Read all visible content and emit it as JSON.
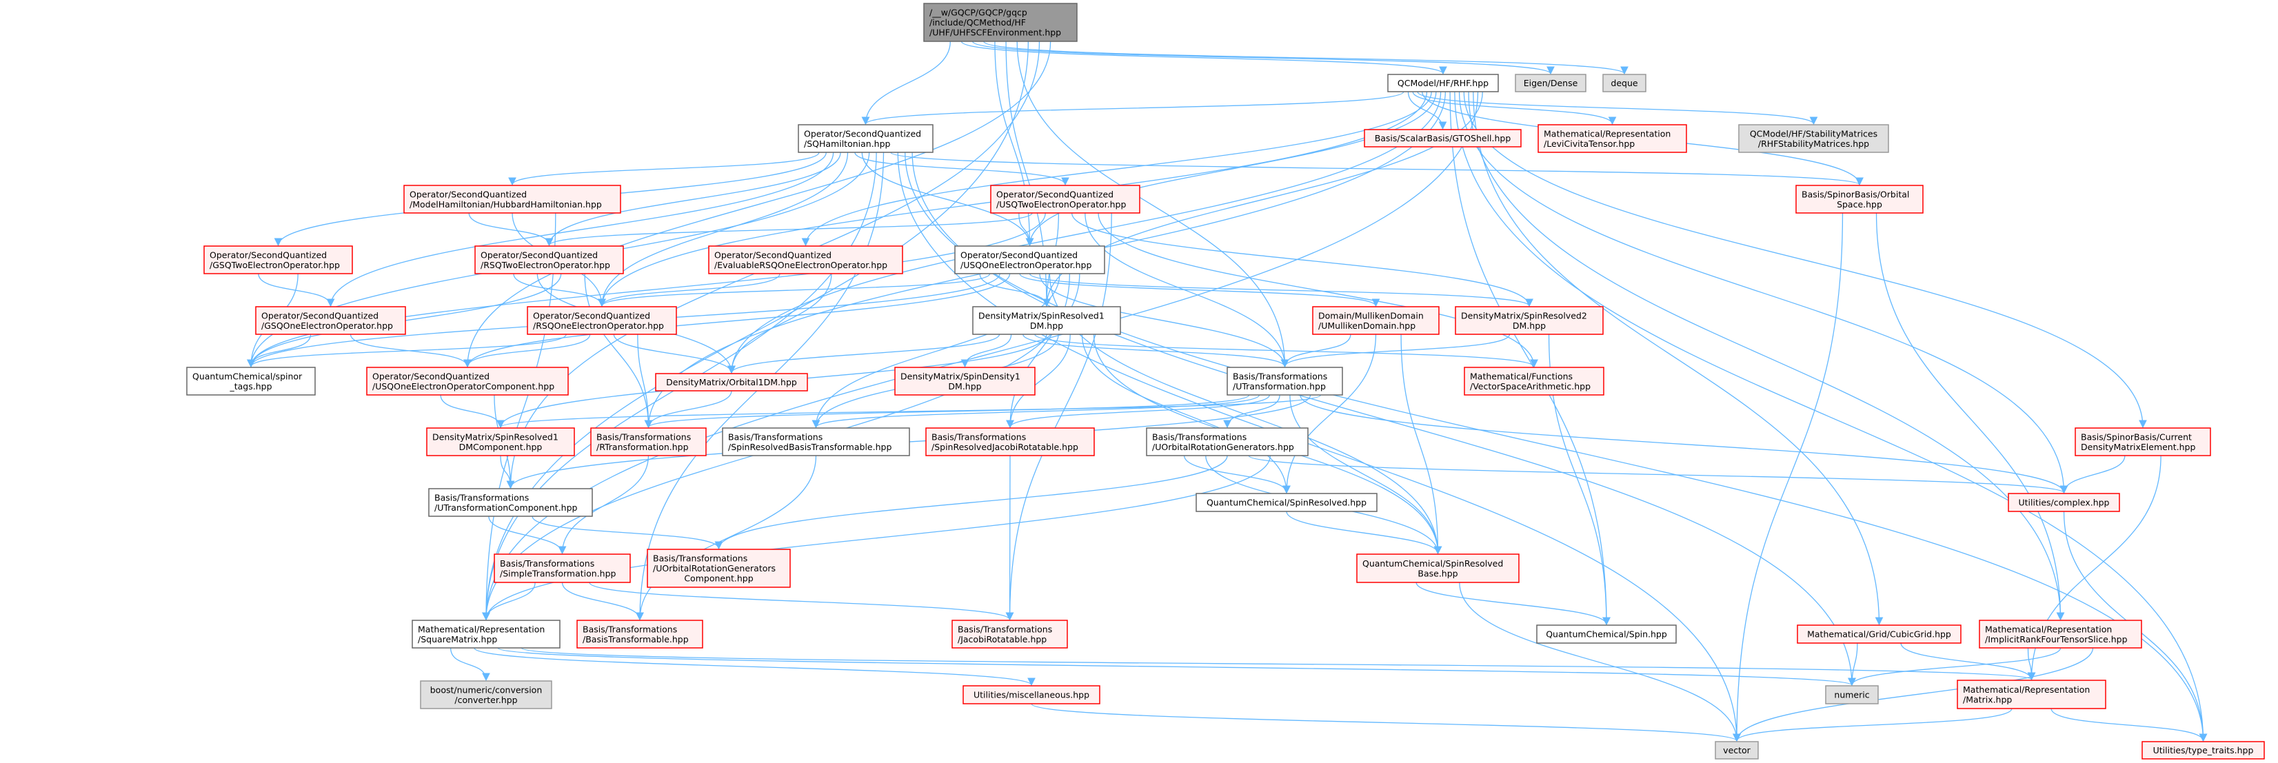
{
  "graph": {
    "edge_color": "#63b8ff",
    "nodes": [
      {
        "id": "root",
        "style": "root",
        "lines": [
          "/__w/GQCP/GQCP/gqcp",
          "/include/QCMethod/HF",
          "/UHF/UHFSCFEnvironment.hpp"
        ]
      },
      {
        "id": "rhf",
        "style": "normal",
        "lines": [
          "QCModel/HF/RHF.hpp"
        ]
      },
      {
        "id": "eigen",
        "style": "external",
        "lines": [
          "Eigen/Dense"
        ]
      },
      {
        "id": "deque",
        "style": "external",
        "lines": [
          "deque"
        ]
      },
      {
        "id": "sqham",
        "style": "normal",
        "lines": [
          "Operator/SecondQuantized",
          "/SQHamiltonian.hpp"
        ]
      },
      {
        "id": "gtoshell",
        "style": "truncated",
        "lines": [
          "Basis/ScalarBasis/GTOShell.hpp"
        ]
      },
      {
        "id": "levicivita",
        "style": "truncated",
        "lines": [
          "Mathematical/Representation",
          "/LeviCivitaTensor.hpp"
        ]
      },
      {
        "id": "rhfstab",
        "style": "external",
        "lines": [
          "QCModel/HF/StabilityMatrices",
          "/RHFStabilityMatrices.hpp"
        ]
      },
      {
        "id": "hubbard",
        "style": "truncated",
        "lines": [
          "Operator/SecondQuantized",
          "/ModelHamiltonian/HubbardHamiltonian.hpp"
        ]
      },
      {
        "id": "usqtwo",
        "style": "truncated",
        "lines": [
          "Operator/SecondQuantized",
          "/USQTwoElectronOperator.hpp"
        ]
      },
      {
        "id": "orbspace",
        "style": "truncated",
        "lines": [
          "Basis/SpinorBasis/Orbital",
          "Space.hpp"
        ]
      },
      {
        "id": "gsqtwo",
        "style": "truncated",
        "lines": [
          "Operator/SecondQuantized",
          "/GSQTwoElectronOperator.hpp"
        ]
      },
      {
        "id": "rsqtwo",
        "style": "truncated",
        "lines": [
          "Operator/SecondQuantized",
          "/RSQTwoElectronOperator.hpp"
        ]
      },
      {
        "id": "evalrsq",
        "style": "truncated",
        "lines": [
          "Operator/SecondQuantized",
          "/EvaluableRSQOneElectronOperator.hpp"
        ]
      },
      {
        "id": "usqone",
        "style": "normal",
        "lines": [
          "Operator/SecondQuantized",
          "/USQOneElectronOperator.hpp"
        ]
      },
      {
        "id": "gsqone",
        "style": "truncated",
        "lines": [
          "Operator/SecondQuantized",
          "/GSQOneElectronOperator.hpp"
        ]
      },
      {
        "id": "rsqone",
        "style": "truncated",
        "lines": [
          "Operator/SecondQuantized",
          "/RSQOneElectronOperator.hpp"
        ]
      },
      {
        "id": "sr1dm",
        "style": "normal",
        "lines": [
          "DensityMatrix/SpinResolved1",
          "DM.hpp"
        ]
      },
      {
        "id": "umulliken",
        "style": "truncated",
        "lines": [
          "Domain/MullikenDomain",
          "/UMullikenDomain.hpp"
        ]
      },
      {
        "id": "sr2dm",
        "style": "truncated",
        "lines": [
          "DensityMatrix/SpinResolved2",
          "DM.hpp"
        ]
      },
      {
        "id": "spinortags",
        "style": "normal",
        "lines": [
          "QuantumChemical/spinor",
          "_tags.hpp"
        ]
      },
      {
        "id": "usqonecomp",
        "style": "truncated",
        "lines": [
          "Operator/SecondQuantized",
          "/USQOneElectronOperatorComponent.hpp"
        ]
      },
      {
        "id": "orb1dm",
        "style": "truncated",
        "lines": [
          "DensityMatrix/Orbital1DM.hpp"
        ]
      },
      {
        "id": "spindens1dm",
        "style": "truncated",
        "lines": [
          "DensityMatrix/SpinDensity1",
          "DM.hpp"
        ]
      },
      {
        "id": "utrans",
        "style": "normal",
        "lines": [
          "Basis/Transformations",
          "/UTransformation.hpp"
        ]
      },
      {
        "id": "vecarith",
        "style": "truncated",
        "lines": [
          "Mathematical/Functions",
          "/VectorSpaceArithmetic.hpp"
        ]
      },
      {
        "id": "sr1dmcomp",
        "style": "truncated",
        "lines": [
          "DensityMatrix/SpinResolved1",
          "DMComponent.hpp"
        ]
      },
      {
        "id": "rtrans",
        "style": "truncated",
        "lines": [
          "Basis/Transformations",
          "/RTransformation.hpp"
        ]
      },
      {
        "id": "srbasistrans",
        "style": "normal",
        "lines": [
          "Basis/Transformations",
          "/SpinResolvedBasisTransformable.hpp"
        ]
      },
      {
        "id": "srjacobi",
        "style": "truncated",
        "lines": [
          "Basis/Transformations",
          "/SpinResolvedJacobiRotatable.hpp"
        ]
      },
      {
        "id": "uorbgen",
        "style": "normal",
        "lines": [
          "Basis/Transformations",
          "/UOrbitalRotationGenerators.hpp"
        ]
      },
      {
        "id": "curdme",
        "style": "truncated",
        "lines": [
          "Basis/SpinorBasis/Current",
          "DensityMatrixElement.hpp"
        ]
      },
      {
        "id": "utranscomp",
        "style": "normal",
        "lines": [
          "Basis/Transformations",
          "/UTransformationComponent.hpp"
        ]
      },
      {
        "id": "spinresolved",
        "style": "normal",
        "lines": [
          "QuantumChemical/SpinResolved.hpp"
        ]
      },
      {
        "id": "complex",
        "style": "truncated",
        "lines": [
          "Utilities/complex.hpp"
        ]
      },
      {
        "id": "simpletrans",
        "style": "truncated",
        "lines": [
          "Basis/Transformations",
          "/SimpleTransformation.hpp"
        ]
      },
      {
        "id": "uorbgencomp",
        "style": "truncated",
        "lines": [
          "Basis/Transformations",
          "/UOrbitalRotationGenerators",
          "Component.hpp"
        ]
      },
      {
        "id": "srbase",
        "style": "truncated",
        "lines": [
          "QuantumChemical/SpinResolved",
          "Base.hpp"
        ]
      },
      {
        "id": "squarematrix",
        "style": "normal",
        "lines": [
          "Mathematical/Representation",
          "/SquareMatrix.hpp"
        ]
      },
      {
        "id": "basistrans",
        "style": "truncated",
        "lines": [
          "Basis/Transformations",
          "/BasisTransformable.hpp"
        ]
      },
      {
        "id": "jacobi",
        "style": "truncated",
        "lines": [
          "Basis/Transformations",
          "/JacobiRotatable.hpp"
        ]
      },
      {
        "id": "spin",
        "style": "normal",
        "lines": [
          "QuantumChemical/Spin.hpp"
        ]
      },
      {
        "id": "cubicgrid",
        "style": "truncated",
        "lines": [
          "Mathematical/Grid/CubicGrid.hpp"
        ]
      },
      {
        "id": "implicit",
        "style": "truncated",
        "lines": [
          "Mathematical/Representation",
          "/ImplicitRankFourTensorSlice.hpp"
        ]
      },
      {
        "id": "boost",
        "style": "external",
        "lines": [
          "boost/numeric/conversion",
          "/converter.hpp"
        ]
      },
      {
        "id": "misc",
        "style": "truncated",
        "lines": [
          "Utilities/miscellaneous.hpp"
        ]
      },
      {
        "id": "numeric",
        "style": "external",
        "lines": [
          "numeric"
        ]
      },
      {
        "id": "matrix",
        "style": "truncated",
        "lines": [
          "Mathematical/Representation",
          "/Matrix.hpp"
        ]
      },
      {
        "id": "vector",
        "style": "external",
        "lines": [
          "vector"
        ]
      },
      {
        "id": "typetraits",
        "style": "truncated",
        "lines": [
          "Utilities/type_traits.hpp"
        ]
      }
    ],
    "edges": [
      [
        "root",
        "sqham"
      ],
      [
        "root",
        "rhf"
      ],
      [
        "root",
        "eigen"
      ],
      [
        "root",
        "deque"
      ],
      [
        "root",
        "usqone"
      ],
      [
        "root",
        "sr1dm"
      ],
      [
        "root",
        "utrans"
      ],
      [
        "root",
        "squarematrix"
      ],
      [
        "root",
        "utranscomp"
      ],
      [
        "root",
        "usqonecomp"
      ],
      [
        "rhf",
        "sqham"
      ],
      [
        "rhf",
        "gtoshell"
      ],
      [
        "rhf",
        "levicivita"
      ],
      [
        "rhf",
        "rhfstab"
      ],
      [
        "rhf",
        "orbspace"
      ],
      [
        "rhf",
        "rsqone"
      ],
      [
        "rhf",
        "evalrsq"
      ],
      [
        "rhf",
        "usqone"
      ],
      [
        "rhf",
        "orb1dm"
      ],
      [
        "rhf",
        "rtrans"
      ],
      [
        "rhf",
        "spin"
      ],
      [
        "rhf",
        "typetraits"
      ],
      [
        "rhf",
        "complex"
      ],
      [
        "rhf",
        "curdme"
      ],
      [
        "rhf",
        "implicit"
      ],
      [
        "rhf",
        "cubicgrid"
      ],
      [
        "rhf",
        "squarematrix"
      ],
      [
        "rhf",
        "sr1dm"
      ],
      [
        "sqham",
        "hubbard"
      ],
      [
        "sqham",
        "gsqtwo"
      ],
      [
        "sqham",
        "gsqone"
      ],
      [
        "sqham",
        "rsqtwo"
      ],
      [
        "sqham",
        "rsqone"
      ],
      [
        "sqham",
        "usqtwo"
      ],
      [
        "sqham",
        "usqone"
      ],
      [
        "sqham",
        "spinortags"
      ],
      [
        "sqham",
        "squarematrix"
      ],
      [
        "sqham",
        "basistrans"
      ],
      [
        "sqham",
        "orbspace"
      ],
      [
        "sqham",
        "vector"
      ],
      [
        "sqham",
        "typetraits"
      ],
      [
        "sqham",
        "numeric"
      ],
      [
        "hubbard",
        "rsqtwo"
      ],
      [
        "hubbard",
        "rsqone"
      ],
      [
        "hubbard",
        "squarematrix"
      ],
      [
        "gsqtwo",
        "gsqone"
      ],
      [
        "gsqtwo",
        "spinortags"
      ],
      [
        "gsqone",
        "spinortags"
      ],
      [
        "gsqone",
        "usqonecomp"
      ],
      [
        "rsqtwo",
        "rsqone"
      ],
      [
        "rsqtwo",
        "orb1dm"
      ],
      [
        "rsqtwo",
        "spinortags"
      ],
      [
        "rsqtwo",
        "rtrans"
      ],
      [
        "rsqone",
        "spinortags"
      ],
      [
        "rsqone",
        "usqonecomp"
      ],
      [
        "rsqone",
        "orb1dm"
      ],
      [
        "rsqone",
        "rtrans"
      ],
      [
        "evalrsq",
        "rsqone"
      ],
      [
        "evalrsq",
        "orb1dm"
      ],
      [
        "usqtwo",
        "usqone"
      ],
      [
        "usqtwo",
        "rsqtwo"
      ],
      [
        "usqtwo",
        "spinortags"
      ],
      [
        "usqtwo",
        "sr1dm"
      ],
      [
        "usqtwo",
        "sr2dm"
      ],
      [
        "usqtwo",
        "utrans"
      ],
      [
        "usqtwo",
        "vecarith"
      ],
      [
        "usqtwo",
        "jacobi"
      ],
      [
        "usqone",
        "sr1dm"
      ],
      [
        "usqone",
        "rsqone"
      ],
      [
        "usqone",
        "spinortags"
      ],
      [
        "usqone",
        "usqonecomp"
      ],
      [
        "usqone",
        "umulliken"
      ],
      [
        "usqone",
        "sr2dm"
      ],
      [
        "usqone",
        "utrans"
      ],
      [
        "usqone",
        "srbase"
      ],
      [
        "usqone",
        "srbasistrans"
      ],
      [
        "usqone",
        "srjacobi"
      ],
      [
        "usqone",
        "squarematrix"
      ],
      [
        "sr1dm",
        "orb1dm"
      ],
      [
        "sr1dm",
        "spindens1dm"
      ],
      [
        "sr1dm",
        "utrans"
      ],
      [
        "sr1dm",
        "vecarith"
      ],
      [
        "sr1dm",
        "sr1dmcomp"
      ],
      [
        "sr1dm",
        "srbasistrans"
      ],
      [
        "sr1dm",
        "srjacobi"
      ],
      [
        "sr1dm",
        "spinresolved"
      ],
      [
        "sr1dm",
        "srbase"
      ],
      [
        "umulliken",
        "utrans"
      ],
      [
        "umulliken",
        "spinresolved"
      ],
      [
        "umulliken",
        "srbase"
      ],
      [
        "sr2dm",
        "utrans"
      ],
      [
        "sr2dm",
        "spin"
      ],
      [
        "orb1dm",
        "rtrans"
      ],
      [
        "usqonecomp",
        "sr1dmcomp"
      ],
      [
        "usqonecomp",
        "utranscomp"
      ],
      [
        "sr1dmcomp",
        "utranscomp"
      ],
      [
        "rtrans",
        "simpletrans"
      ],
      [
        "utrans",
        "rtrans"
      ],
      [
        "utrans",
        "srbasistrans"
      ],
      [
        "utrans",
        "srjacobi"
      ],
      [
        "utrans",
        "uorbgen"
      ],
      [
        "utrans",
        "srbase"
      ],
      [
        "utrans",
        "complex"
      ],
      [
        "utrans",
        "utranscomp"
      ],
      [
        "utrans",
        "sr1dmcomp"
      ],
      [
        "uorbgen",
        "spinresolved"
      ],
      [
        "uorbgen",
        "srbase"
      ],
      [
        "uorbgen",
        "uorbgencomp"
      ],
      [
        "uorbgen",
        "complex"
      ],
      [
        "uorbgen",
        "squarematrix"
      ],
      [
        "srbasistrans",
        "basistrans"
      ],
      [
        "srjacobi",
        "jacobi"
      ],
      [
        "utranscomp",
        "simpletrans"
      ],
      [
        "utranscomp",
        "uorbgencomp"
      ],
      [
        "simpletrans",
        "squarematrix"
      ],
      [
        "simpletrans",
        "basistrans"
      ],
      [
        "simpletrans",
        "jacobi"
      ],
      [
        "spinresolved",
        "srbase"
      ],
      [
        "srbase",
        "spin"
      ],
      [
        "srbase",
        "vector"
      ],
      [
        "squarematrix",
        "boost"
      ],
      [
        "squarematrix",
        "misc"
      ],
      [
        "squarematrix",
        "numeric"
      ],
      [
        "squarematrix",
        "matrix"
      ],
      [
        "misc",
        "vector"
      ],
      [
        "curdme",
        "complex"
      ],
      [
        "curdme",
        "matrix"
      ],
      [
        "complex",
        "typetraits"
      ],
      [
        "cubicgrid",
        "numeric"
      ],
      [
        "cubicgrid",
        "matrix"
      ],
      [
        "implicit",
        "matrix"
      ],
      [
        "implicit",
        "numeric"
      ],
      [
        "implicit",
        "vector"
      ],
      [
        "matrix",
        "vector"
      ],
      [
        "matrix",
        "typetraits"
      ],
      [
        "orbspace",
        "vector"
      ],
      [
        "orbspace",
        "implicit"
      ]
    ]
  }
}
